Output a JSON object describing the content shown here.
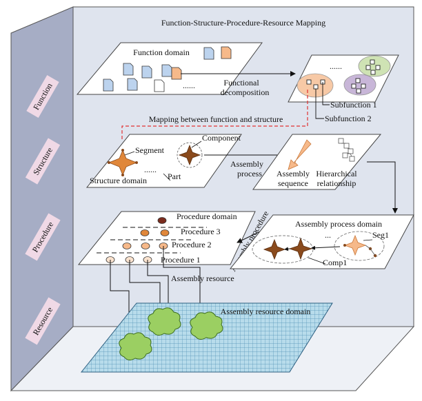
{
  "title": "Function-Structure-Procedure-Resource Mapping",
  "layers": {
    "function": "Function",
    "structure": "Structure",
    "procedure": "Procedure",
    "resource": "Resource"
  },
  "function_plane": {
    "domain_label": "Function domain",
    "ellipsis": "......",
    "decomposition_label_1": "Functional",
    "decomposition_label_2": "decomposition",
    "subfunction_1": "Subfunction 1",
    "subfunction_2": "Subfunction 2"
  },
  "mapping_label": "Mapping between function and structure",
  "structure_plane": {
    "segment": "Segment",
    "component": "Component",
    "ellipsis": "......",
    "domain_label": "Structure domain",
    "part": "Part",
    "assembly_process_1": "Assembly",
    "assembly_process_2": "process",
    "assembly_sequence_1": "Assembly",
    "assembly_sequence_2": "sequence",
    "hierarchical_1": "Hierarchical",
    "hierarchical_2": "relationship"
  },
  "procedure_plane": {
    "domain_label": "Procedure domain",
    "procedure_3": "Procedure 3",
    "procedure_2": "Procedure 2",
    "procedure_1": "Procedure 1",
    "assembly_procedure": "Assembly procedure",
    "assembly_process_domain": "Assembly process domain",
    "ellipsis": "...",
    "seg1": "Seg1",
    "comp1": "Comp1"
  },
  "assembly_resource_label": "Assembly resource",
  "resource_plane": {
    "domain_label": "Assembly resource domain"
  },
  "colors": {
    "box_fill": "#dfe4ee",
    "left_wall": "#a6adc5",
    "floor": "#eef1f6",
    "layer_tag": "#f0d9e6",
    "doc_blue": "#bcd3ee",
    "doc_orange": "#f6b98a",
    "sub_orange": "#f7c9a6",
    "sub_green": "#cfe3b4",
    "sub_purple": "#c8b6d8",
    "star_orange": "#e0873a",
    "star_brown": "#8a4a1c",
    "mapping_red": "#e03030",
    "grid_blue": "#9bc8dc",
    "cloud_green": "#9bcf62"
  }
}
